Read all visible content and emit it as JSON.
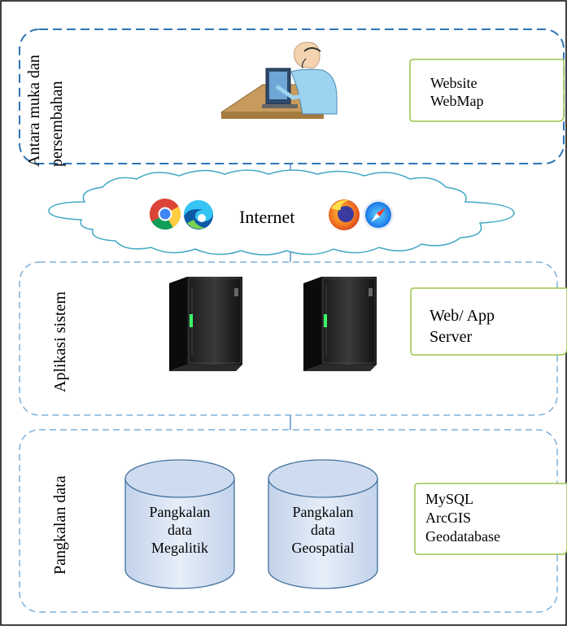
{
  "layers": {
    "presentation": {
      "label_line1": "Antara muka dan",
      "label_line2": "persembahan"
    },
    "system": {
      "label": "Aplikasi sistem"
    },
    "data": {
      "label": "Pangkalan data"
    }
  },
  "notes": {
    "presentation": {
      "line1": "Website",
      "line2": "WebMap"
    },
    "system": {
      "line1": "Web/ App",
      "line2": "Server"
    },
    "data": {
      "line1": "MySQL",
      "line2": "ArcGIS",
      "line3": "Geodatabase"
    }
  },
  "internet": {
    "label": "Internet"
  },
  "databases": [
    {
      "line1": "Pangkalan",
      "line2": "data",
      "line3": "Megalitik"
    },
    {
      "line1": "Pangkalan",
      "line2": "data",
      "line3": "Geospatial"
    }
  ],
  "icons": [
    "user-at-computer-icon",
    "chrome-icon",
    "edge-icon",
    "firefox-icon",
    "safari-icon",
    "server-icon",
    "database-icon"
  ],
  "colors": {
    "dash_blue": "#2e75b6",
    "light_dash_blue": "#7fb0da",
    "cloud_stroke": "#41a8c4",
    "note_green": "#9bc44c",
    "db_fill": "#cfdcef",
    "db_stroke": "#41719c"
  }
}
